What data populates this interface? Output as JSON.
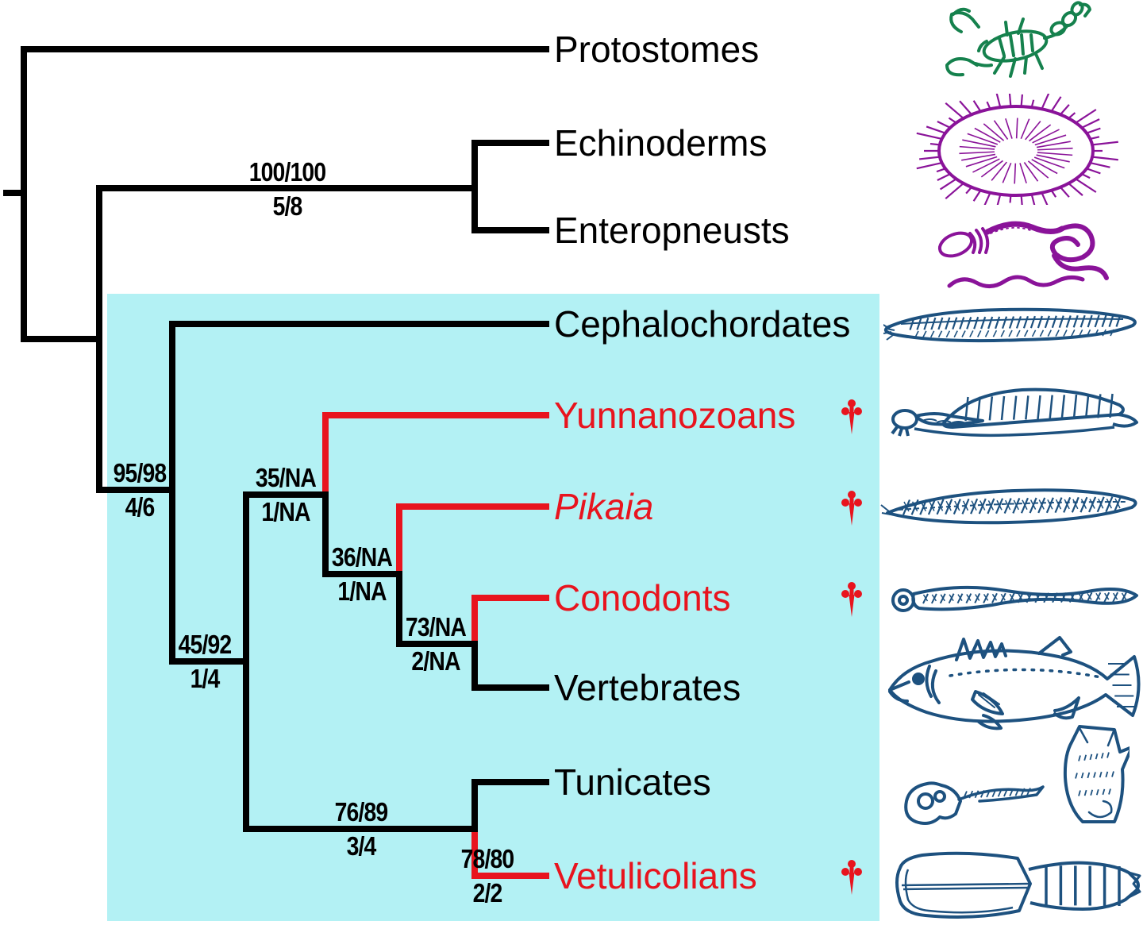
{
  "figure": {
    "type": "phylogenetic-cladogram",
    "topology_newick": "(Protostomes,((Echinoderms,Enteropneusts),(Cephalochordates,((Yunnanozoans,(Pikaia,(Conodonts,Vertebrates))),(Tunicates,Vetulicolians)))));",
    "extinct_marker": "†",
    "colors": {
      "background": "#ffffff",
      "chordate_clade_box": "#b3f1f4",
      "branch": "#000000",
      "extinct_branch_and_text": "#e8141e",
      "protostome_illustration": "#15814d",
      "ambulacrarian_illustrations": "#8a1399",
      "chordate_illustrations": "#1d517f"
    }
  },
  "taxa": [
    {
      "name": "Protostomes",
      "extinct": false,
      "color": "#000000",
      "illustration": "scorpion"
    },
    {
      "name": "Echinoderms",
      "extinct": false,
      "color": "#000000",
      "illustration": "sea-urchin"
    },
    {
      "name": "Enteropneusts",
      "extinct": false,
      "color": "#000000",
      "illustration": "acorn-worm"
    },
    {
      "name": "Cephalochordates",
      "extinct": false,
      "color": "#000000",
      "illustration": "lancelet"
    },
    {
      "name": "Yunnanozoans",
      "extinct": true,
      "color": "#e8141e",
      "illustration": "yunnanozoan"
    },
    {
      "name": "Pikaia",
      "extinct": true,
      "color": "#e8141e",
      "illustration": "pikaia"
    },
    {
      "name": "Conodonts",
      "extinct": true,
      "color": "#e8141e",
      "illustration": "conodont"
    },
    {
      "name": "Vertebrates",
      "extinct": false,
      "color": "#000000",
      "illustration": "fish"
    },
    {
      "name": "Tunicates",
      "extinct": false,
      "color": "#000000",
      "illustration": "tunicates"
    },
    {
      "name": "Vetulicolians",
      "extinct": true,
      "color": "#e8141e",
      "illustration": "vetulicolian"
    }
  ],
  "nodes": [
    {
      "support": "100/100",
      "decay": "5/8"
    },
    {
      "support": "95/98",
      "decay": "4/6"
    },
    {
      "support": "45/92",
      "decay": "1/4"
    },
    {
      "support": "35/NA",
      "decay": "1/NA"
    },
    {
      "support": "36/NA",
      "decay": "1/NA"
    },
    {
      "support": "73/NA",
      "decay": "2/NA"
    },
    {
      "support": "76/89",
      "decay": "3/4"
    },
    {
      "support": "78/80",
      "decay": "2/2"
    }
  ]
}
